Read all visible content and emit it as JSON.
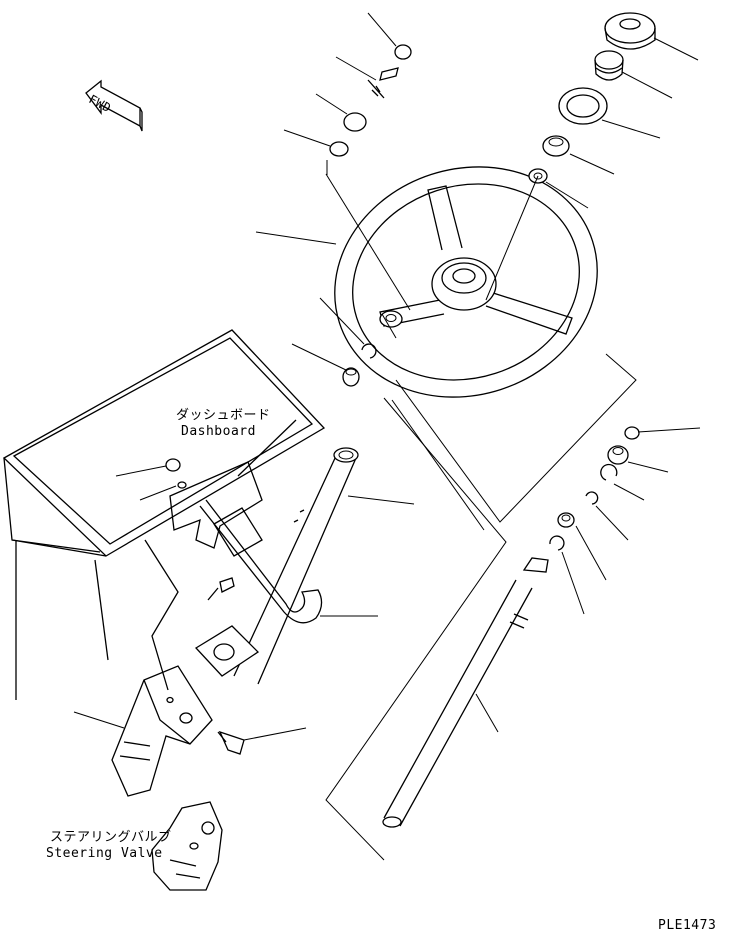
{
  "labels": {
    "dashboard_jp": "ダッシュボード",
    "dashboard_en": "Dashboard",
    "steering_valve_jp": "ステアリングバルブ",
    "steering_valve_en": "Steering Valve",
    "fwd": "FWD",
    "drawing_id": "PLE1473"
  },
  "colors": {
    "line": "#000000",
    "background": "#ffffff"
  },
  "icons": {
    "fwd_arrow": "fwd-arrow-icon"
  }
}
